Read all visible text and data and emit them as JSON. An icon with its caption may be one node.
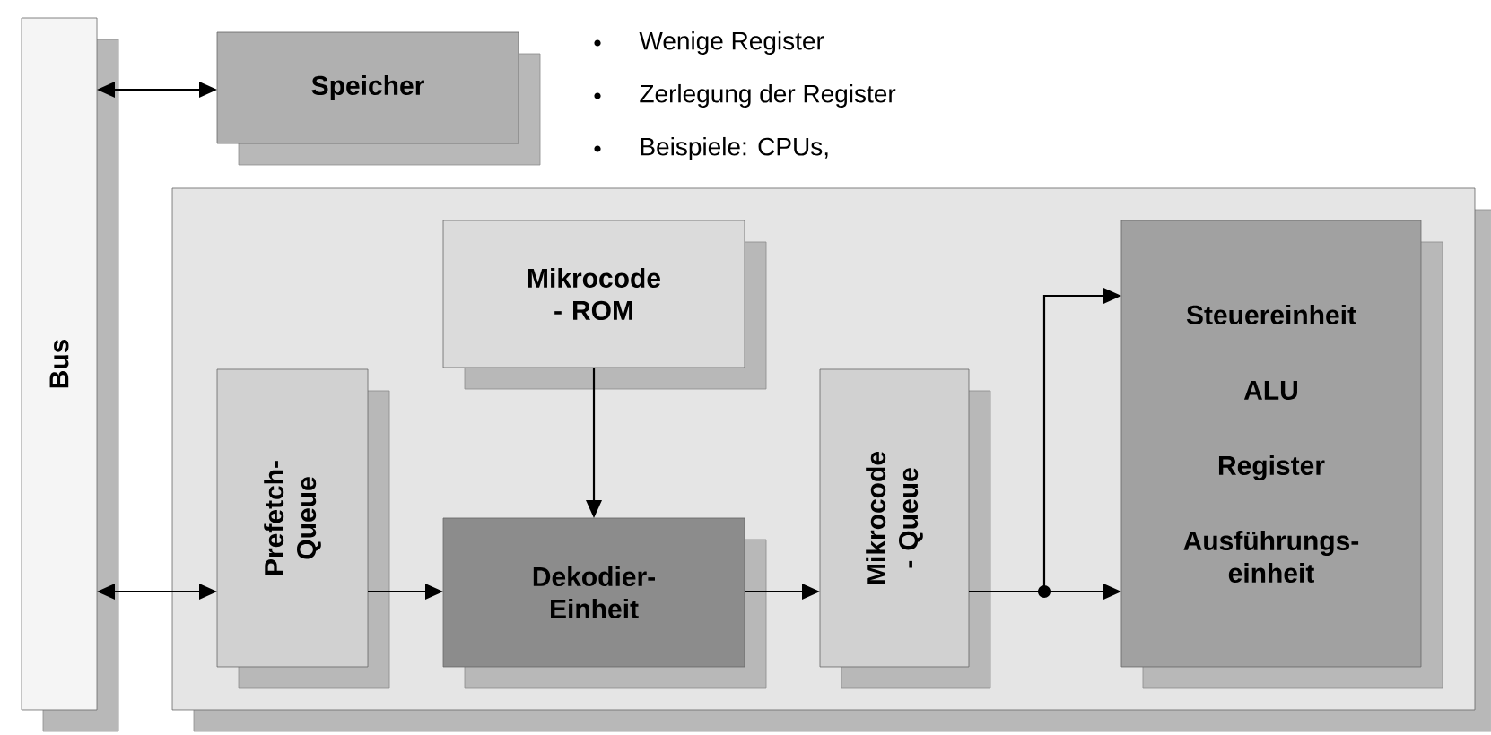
{
  "diagram": {
    "nodes": [
      {
        "text": [
          "Bus"
        ]
      },
      {
        "text": [
          "Speicher"
        ]
      },
      {
        "text": [],
        "shape": "box"
      },
      {
        "text": [
          "Mikrocode - ROM"
        ],
        "in": 2
      },
      {
        "text": [
          "Prefetch- Queue"
        ],
        "in": 2
      },
      {
        "text": [
          "Dekodier- Einheit"
        ],
        "in": 2
      },
      {
        "text": [
          "Mikrocode - Queue"
        ],
        "in": 2
      },
      {
        "text": [
          "Steuereinheit",
          "ALU",
          "Register",
          "Ausführungs- einheit"
        ],
        "in": 2
      }
    ],
    "edges": [
      {
        "from": 0,
        "to": 1,
        "arrow": "both"
      },
      {
        "from": 0,
        "to": 4,
        "arrow": "both"
      },
      {
        "from": 4,
        "to": 5,
        "arrow": "to"
      },
      {
        "from": 3,
        "to": 5,
        "arrow": "to"
      },
      {
        "from": 5,
        "to": 6,
        "arrow": "to"
      },
      {
        "from": 6,
        "to": 7,
        "arrow": "to"
      },
      {
        "from": 6,
        "to": 7,
        "arrow": "to"
      }
    ],
    "labels": [
      "Wenige Register",
      "Zerlegung der Register",
      "Beispiele: CPUs,"
    ]
  }
}
